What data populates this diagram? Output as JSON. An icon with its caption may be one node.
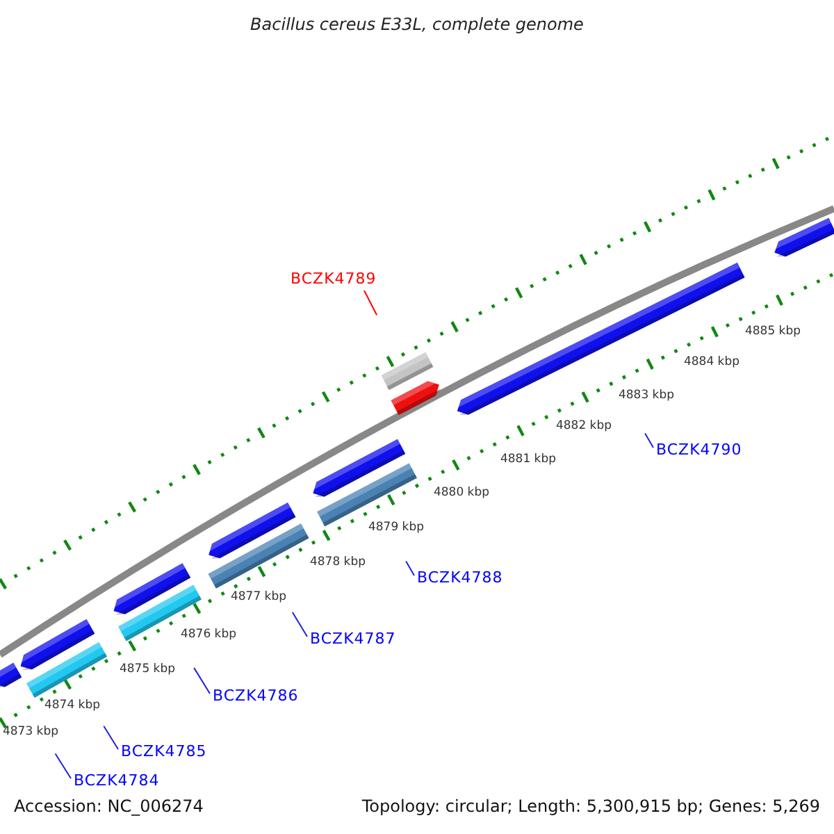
{
  "diagram": {
    "title": "Bacillus cereus E33L, complete genome",
    "nodes": [
      {
        "text": [
          "BCZK4789"
        ]
      },
      {
        "text": [
          "BCZK4790"
        ]
      },
      {
        "text": [
          "BCZK4788"
        ]
      },
      {
        "text": [
          "BCZK4787"
        ]
      },
      {
        "text": [
          "BCZK4786"
        ]
      },
      {
        "text": [
          "BCZK4785"
        ]
      },
      {
        "text": [
          "BCZK4784"
        ]
      }
    ],
    "edges": [
      {
        "from": 0,
        "to": null,
        "arrow": "none",
        "color": "#ff0000"
      },
      {
        "from": 1,
        "to": null,
        "arrow": "none"
      },
      {
        "from": 2,
        "to": null,
        "arrow": "none"
      },
      {
        "from": 3,
        "to": null,
        "arrow": "none"
      },
      {
        "from": 4,
        "to": null,
        "arrow": "none"
      },
      {
        "from": 5,
        "to": null,
        "arrow": "none"
      },
      {
        "from": 6,
        "to": null,
        "arrow": "none"
      }
    ],
    "labels": [
      "4885 kbp",
      "4884 kbp",
      "4883 kbp",
      "4882 kbp",
      "4881 kbp",
      "4880 kbp",
      "4879 kbp",
      "4878 kbp",
      "4877 kbp",
      "4876 kbp",
      "4875 kbp",
      "4874 kbp",
      "4873 kbp",
      "Accession: NC_006274",
      "Topology: circular; Length: 5,300,915 bp; Genes: 5,269"
    ]
  }
}
